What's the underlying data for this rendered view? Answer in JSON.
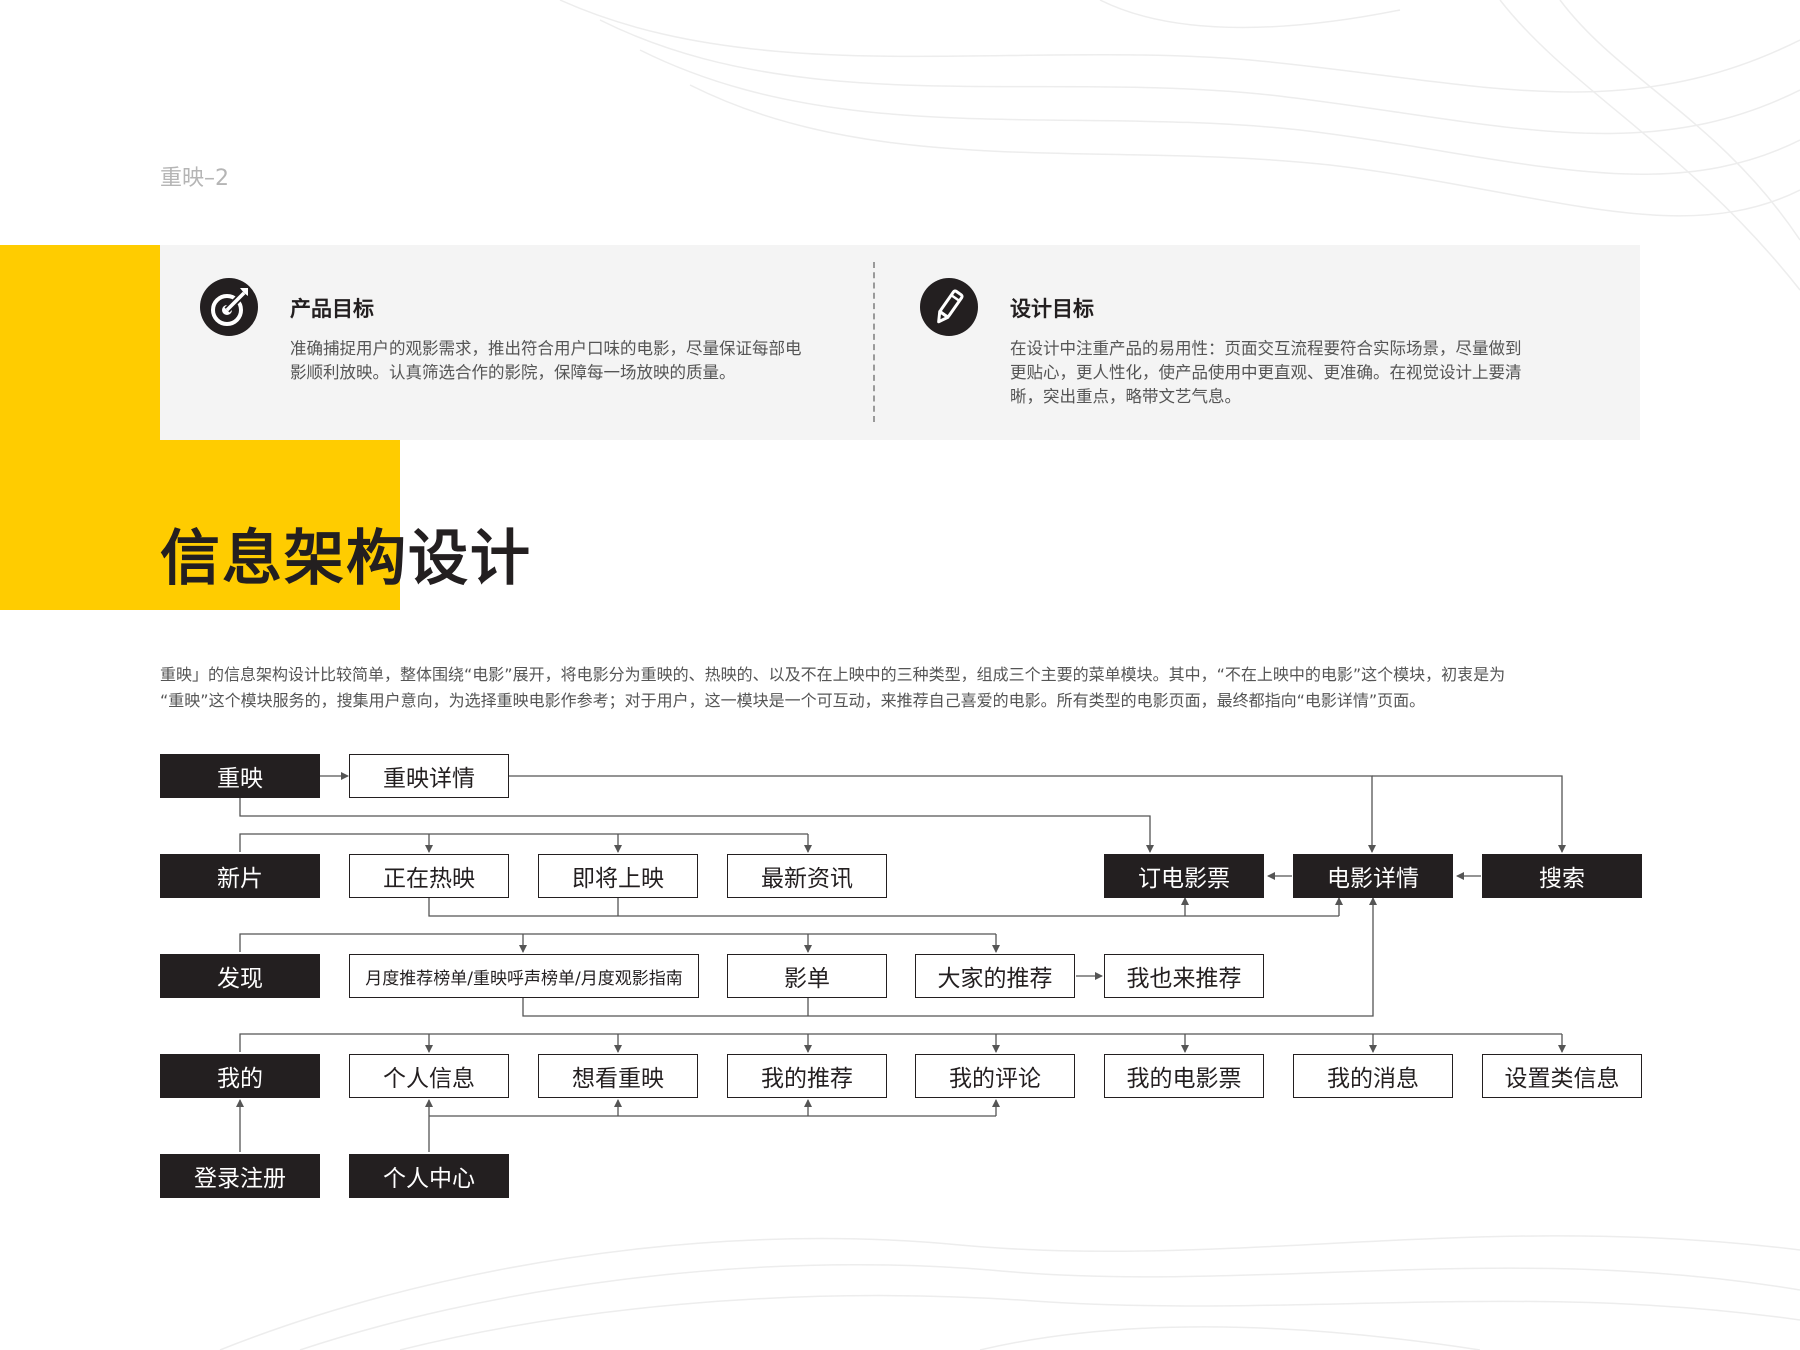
{
  "page_label": "重映–2",
  "goals": [
    {
      "title": "产品目标",
      "icon": "target-arrow-icon",
      "lines": [
        "准确捕捉用户的观影需求，推出符合用户口味的电影，尽量保证每部电",
        "影顺利放映。认真筛选合作的影院，保障每一场放映的质量。"
      ]
    },
    {
      "title": "设计目标",
      "icon": "pen-icon",
      "lines": [
        "在设计中注重产品的易用性：页面交互流程要符合实际场景，尽量做到",
        "更贴心，更人性化，使产品使用中更直观、更准确。在视觉设计上要清",
        "晰，突出重点，略带文艺气息。"
      ]
    }
  ],
  "section_title": "信息架构设计",
  "intro_lines": [
    "重映」的信息架构设计比较简单，整体围绕“电影”展开，将电影分为重映的、热映的、以及不在上映中的三种类型，组成三个主要的菜单模块。其中，“不在上映中的电影”这个模块，初衷是为",
    "“重映”这个模块服务的，搜集用户意向，为选择重映电影作参考；对于用户，这一模块是一个可互动，来推荐自己喜爱的电影。所有类型的电影页面，最终都指向“电影详情”页面。"
  ],
  "nodes": {
    "chongying": "重映",
    "chongying_detail": "重映详情",
    "xinpian": "新片",
    "zhengzai_reying": "正在热映",
    "jijiang_shangying": "即将上映",
    "zuixin_zixun": "最新资讯",
    "ding_dianyingpiao": "订电影票",
    "dianying_xiangqing": "电影详情",
    "sousuo": "搜索",
    "faxian": "发现",
    "bangdan": "月度推荐榜单/重映呼声榜单/月度观影指南",
    "yingdan": "影单",
    "dajia_tuijian": "大家的推荐",
    "woye_tuijian": "我也来推荐",
    "wode": "我的",
    "geren_xinxi": "个人信息",
    "xiangkan_chongying": "想看重映",
    "wode_tuijian": "我的推荐",
    "wode_pinglun": "我的评论",
    "wode_dianyingpiao": "我的电影票",
    "wode_xiaoxi": "我的消息",
    "shezhi_xinxi": "设置类信息",
    "denglu_zhuce": "登录注册",
    "geren_zhongxin": "个人中心"
  },
  "colors": {
    "accent_yellow": "#ffcc00",
    "dark_node": "#231f20",
    "panel_gray": "#f4f4f4",
    "connector": "#555555"
  }
}
